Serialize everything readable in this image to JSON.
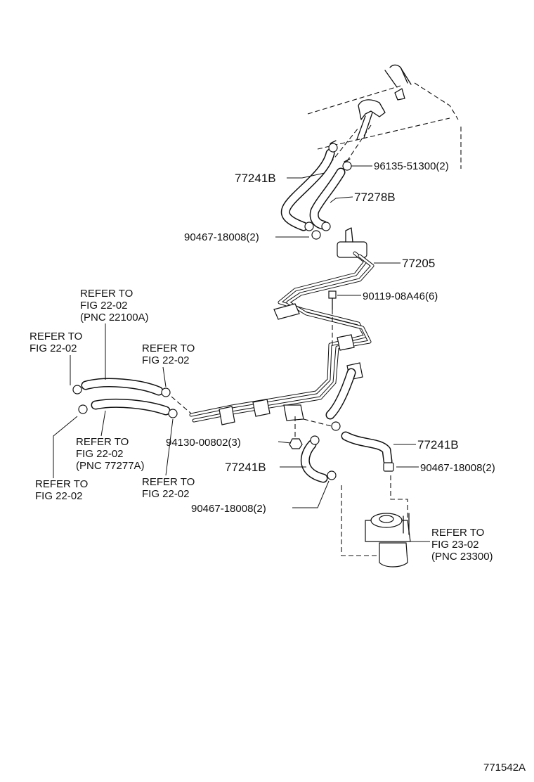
{
  "callouts": {
    "p96135": "96135-51300(2)",
    "p77241b_top": "77241B",
    "p77278b": "77278B",
    "p90467_top": "90467-18008(2)",
    "p77205": "77205",
    "p90119": "90119-08A46(6)",
    "p94130": "94130-00802(3)",
    "p77241b_right": "77241B",
    "p90467_right": "90467-18008(2)",
    "p77241b_mid": "77241B",
    "p90467_bottom": "90467-18008(2)"
  },
  "refer_notes": {
    "top_center": [
      "REFER TO",
      "FIG  22-02",
      "(PNC 22100A)"
    ],
    "top_left": [
      "REFER TO",
      "FIG 22-02"
    ],
    "center": [
      "REFER TO",
      "FIG  22-02"
    ],
    "middle_left": [
      "REFER TO",
      "FIG    22-02",
      "(PNC 77277A)"
    ],
    "bottom_left": [
      "REFER TO",
      "FIG  22-02"
    ],
    "bottom_center": [
      "REFER TO",
      "FIG  22-02"
    ],
    "filter": [
      "REFER TO",
      "FIG    23-02",
      "(PNC 23300)"
    ]
  },
  "figure_id": "771542A"
}
